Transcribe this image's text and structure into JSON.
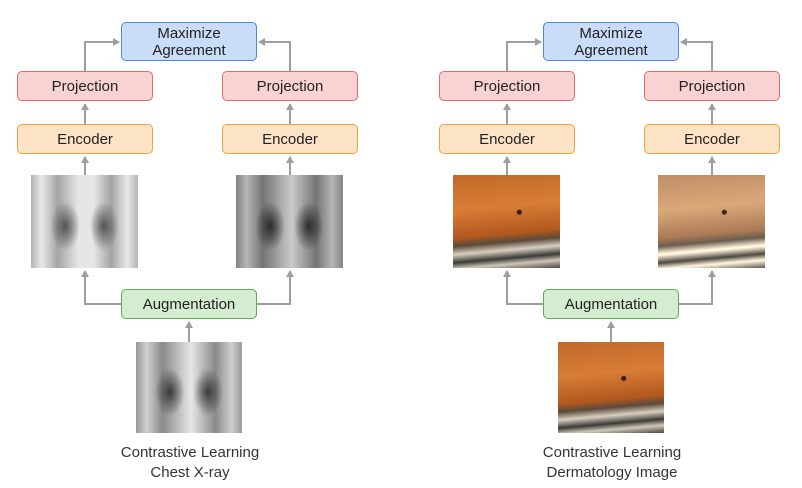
{
  "colors": {
    "maximize_fill": "#c9dcf8",
    "maximize_border": "#4c86e8",
    "projection_fill": "#f9d3d3",
    "projection_border": "#e56a6a",
    "encoder_fill": "#fde3c6",
    "encoder_border": "#f2a03f",
    "augmentation_fill": "#d4edd0",
    "augmentation_border": "#5dae53",
    "arrow": "#9e9e9e"
  },
  "panels": [
    {
      "maximize_line1": "Maximize",
      "maximize_line2": "Agreement",
      "projection_left": "Projection",
      "projection_right": "Projection",
      "encoder_left": "Encoder",
      "encoder_right": "Encoder",
      "augmentation": "Augmentation",
      "caption_line1": "Contrastive Learning",
      "caption_line2": "Chest X-ray"
    },
    {
      "maximize_line1": "Maximize",
      "maximize_line2": "Agreement",
      "projection_left": "Projection",
      "projection_right": "Projection",
      "encoder_left": "Encoder",
      "encoder_right": "Encoder",
      "augmentation": "Augmentation",
      "caption_line1": "Contrastive Learning",
      "caption_line2": "Dermatology Image"
    }
  ]
}
